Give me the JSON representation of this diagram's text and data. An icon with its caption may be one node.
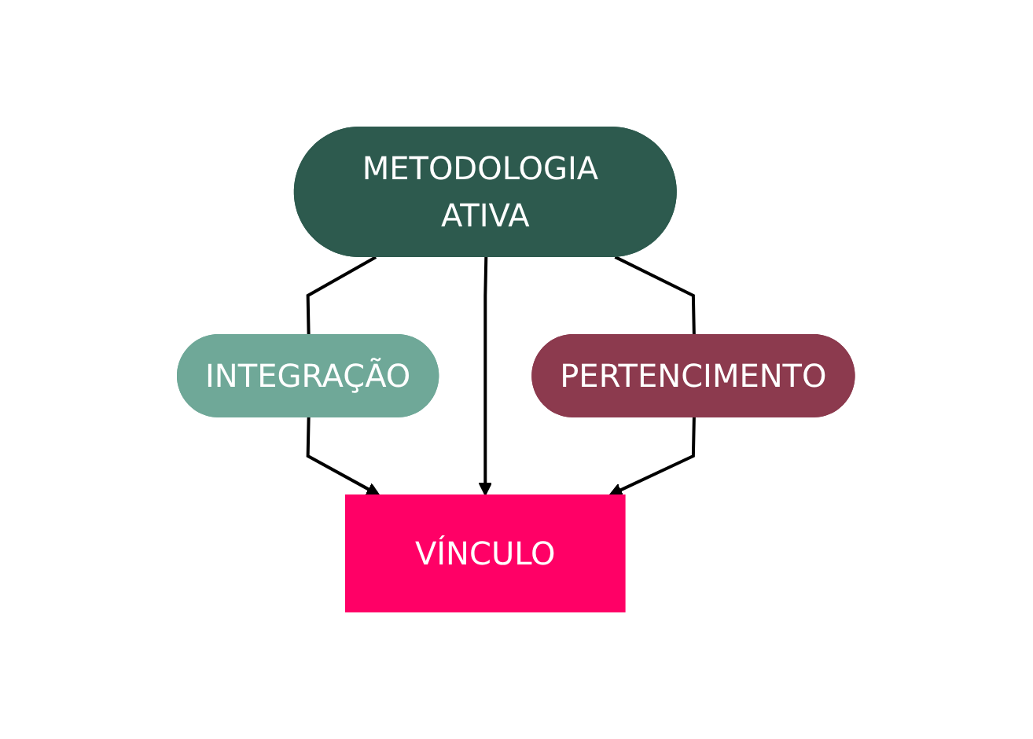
{
  "diagram": {
    "nodes": [
      {
        "text": [
          "METODOLOGIA ATIVA"
        ]
      },
      {
        "text": [
          "INTEGRAÇÃO"
        ]
      },
      {
        "text": [
          "PERTENCIMENTO"
        ]
      },
      {
        "text": [
          "VÍNCULO"
        ]
      }
    ],
    "edges": [
      {
        "from": 0,
        "to": 1,
        "arrow": "none"
      },
      {
        "from": 0,
        "to": 2,
        "arrow": "none"
      },
      {
        "from": 1,
        "to": 3,
        "arrow": "to"
      },
      {
        "from": 0,
        "to": 3,
        "arrow": "to"
      },
      {
        "from": 2,
        "to": 3,
        "arrow": "to"
      }
    ]
  }
}
